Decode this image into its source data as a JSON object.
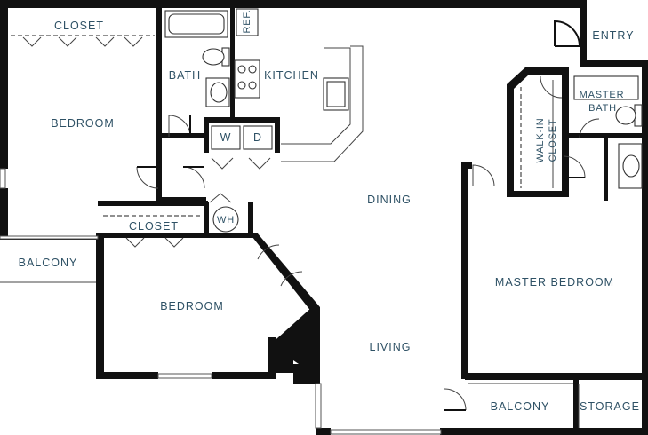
{
  "rooms": {
    "closet_top": "CLOSET",
    "bedroom_left": "BEDROOM",
    "bath": "BATH",
    "refrigerator": "REF.",
    "kitchen": "KITCHEN",
    "washer": "W",
    "dryer": "D",
    "water_heater": "WH",
    "closet_mid": "CLOSET",
    "balcony_left": "BALCONY",
    "bedroom_bottom": "BEDROOM",
    "dining": "DINING",
    "living": "LIVING",
    "entry": "ENTRY",
    "master_bath_line1": "MASTER",
    "master_bath_line2": "BATH",
    "walk_in_line1": "WALK-IN",
    "walk_in_line2": "CLOSET",
    "master_bedroom": "MASTER BEDROOM",
    "balcony_right": "BALCONY",
    "storage": "STORAGE"
  }
}
